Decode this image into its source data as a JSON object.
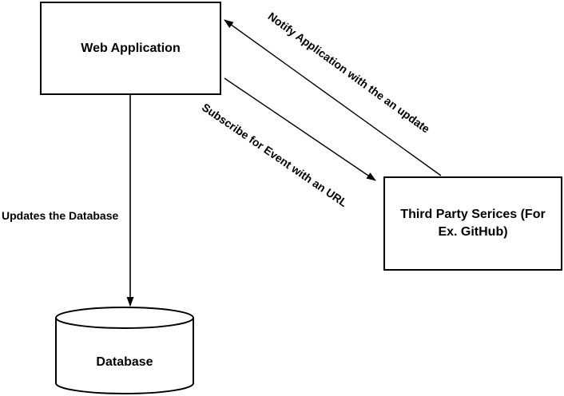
{
  "canvas": {
    "background": "#ffffff",
    "stroke_color": "#000000",
    "text_color": "#000000"
  },
  "nodes": {
    "web_app": {
      "label": "Web Application",
      "shape": "rectangle"
    },
    "third_party": {
      "label": "Third Party Serices (For\nEx. GitHub)",
      "shape": "rectangle"
    },
    "database": {
      "label": "Database",
      "shape": "cylinder"
    }
  },
  "edges": {
    "notify": {
      "label": "Notify Application with the an update",
      "from": "third_party",
      "to": "web_app",
      "direction": "arrow-to-web-application"
    },
    "subscribe": {
      "label": "Subscribe for Event with an URL",
      "from": "web_app",
      "to": "third_party",
      "direction": "arrow-to-third-party"
    },
    "updates": {
      "label": "Updates the Database",
      "from": "web_app",
      "to": "database",
      "direction": "arrow-to-database"
    }
  }
}
